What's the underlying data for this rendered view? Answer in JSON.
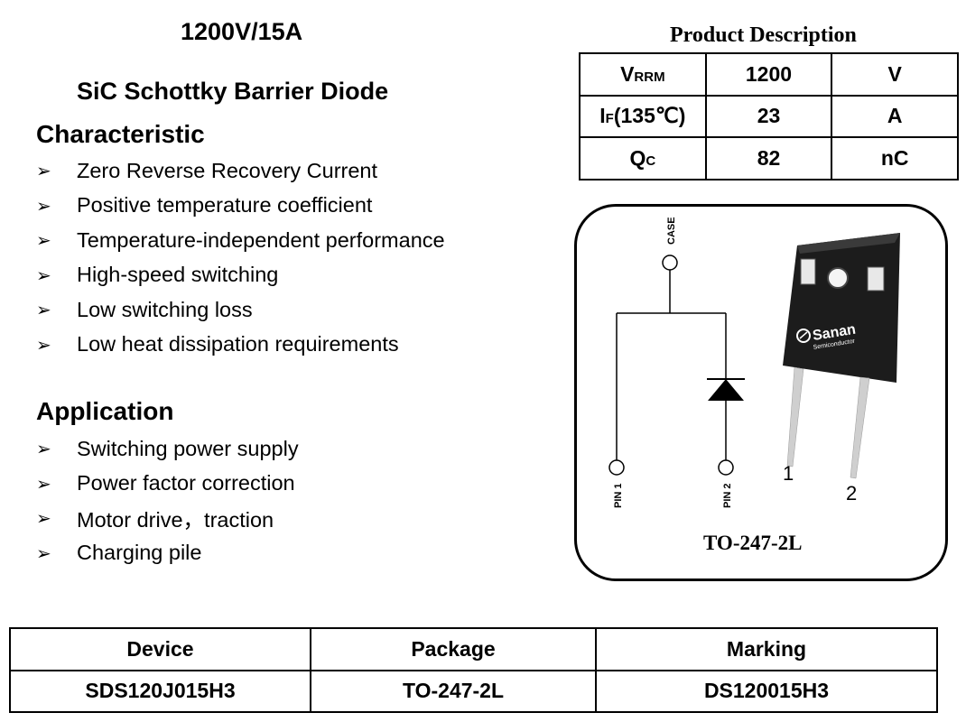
{
  "header": {
    "rating": "1200V/15A",
    "subtitle": "SiC Schottky Barrier Diode"
  },
  "characteristic": {
    "heading": "Characteristic",
    "items": [
      "Zero Reverse Recovery Current",
      "Positive temperature coefficient",
      "Temperature-independent performance",
      "High-speed switching",
      "Low switching loss",
      "Low heat dissipation requirements"
    ]
  },
  "application": {
    "heading": "Application",
    "items": [
      "Switching power supply",
      "Power factor correction",
      "Motor drive，traction",
      "Charging pile"
    ]
  },
  "bullet_glyph": "➢",
  "product_description": {
    "title": "Product Description",
    "rows": [
      {
        "symbol": "V",
        "sub": "RRM",
        "suffix": "",
        "value": "1200",
        "unit": "V"
      },
      {
        "symbol": "I",
        "sub": "F",
        "suffix": "(135℃)",
        "value": "23",
        "unit": "A"
      },
      {
        "symbol": "Q",
        "sub": "C",
        "suffix": "",
        "value": "82",
        "unit": "nC"
      }
    ]
  },
  "package_diagram": {
    "case_label": "CASE",
    "pin1_label": "PIN 1",
    "pin2_label": "PIN 2",
    "lead1": "1",
    "lead2": "2",
    "brand": "Sanan",
    "brand_sub": "Semiconductor",
    "package_name": "TO-247-2L"
  },
  "device_table": {
    "headers": [
      "Device",
      "Package",
      "Marking"
    ],
    "row": [
      "SDS120J015H3",
      "TO-247-2L",
      "DS120015H3"
    ]
  }
}
